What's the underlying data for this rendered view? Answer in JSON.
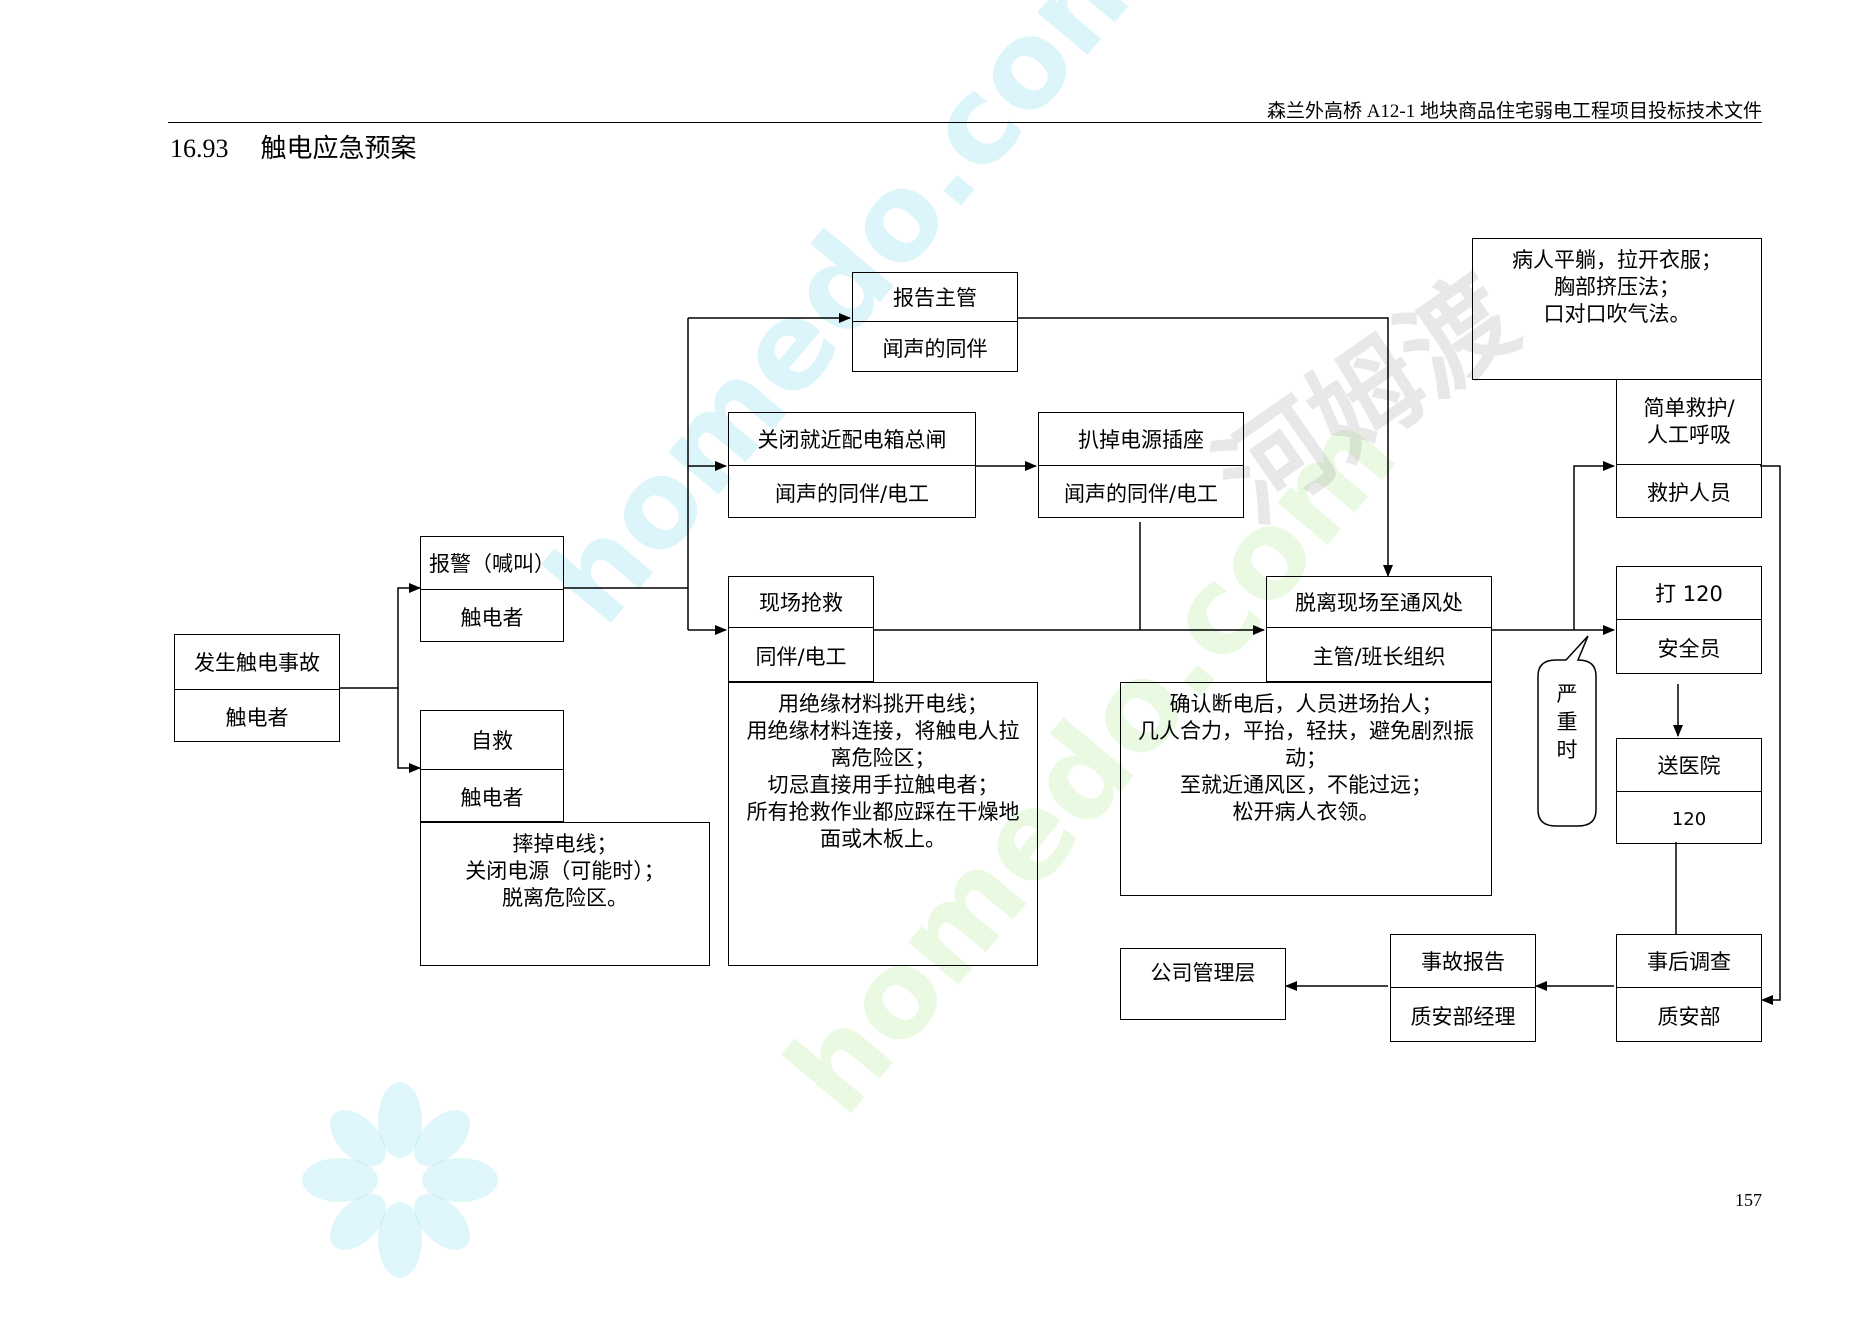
{
  "header": {
    "title": "森兰外高桥 A12-1 地块商品住宅弱电工程项目投标技术文件"
  },
  "section": {
    "number": "16.93",
    "title": "触电应急预案"
  },
  "page_number": "157",
  "watermark": {
    "text_a": "homedo.com",
    "text_b": "homedo.com",
    "text_c": "河姆渡"
  },
  "colors": {
    "line": "#000000",
    "watermark_blue": "#80dcf0",
    "watermark_green": "#b4eb96"
  },
  "flow": {
    "accident": {
      "title": "发生触电事故",
      "role": "触电者"
    },
    "alarm": {
      "title": "报警（喊叫）",
      "role": "触电者"
    },
    "self_rescue": {
      "title": "自救",
      "role": "触电者"
    },
    "self_rescue_note": [
      "摔掉电线；",
      "关闭电源（可能时）；",
      "脱离危险区。"
    ],
    "report_supervisor": {
      "title": "报告主管",
      "role": "闻声的同伴"
    },
    "close_switch": {
      "title": "关闭就近配电箱总闸",
      "role": "闻声的同伴/电工"
    },
    "unplug": {
      "title": "扒掉电源插座",
      "role": "闻声的同伴/电工"
    },
    "onsite": {
      "title": "现场抢救",
      "role": "同伴/电工"
    },
    "onsite_note": [
      "用绝缘材料挑开电线；",
      "用绝缘材料连接，将触电人拉",
      "离危险区；",
      "切忌直接用手拉触电者；",
      "所有抢救作业都应踩在干燥地",
      "面或木板上。"
    ],
    "evacuate": {
      "title": "脱离现场至通风处",
      "role": "主管/班长组织"
    },
    "evacuate_note": [
      "确认断电后，人员进场抬人；",
      "几人合力，平抬，轻扶，避免剧烈振",
      "动；",
      "至就近通风区，不能过远；",
      "松开病人衣领。"
    ],
    "serious_callout": [
      "严",
      "重",
      "时"
    ],
    "first_aid_note": [
      "病人平躺，拉开衣服；",
      "胸部挤压法；",
      "口对口吹气法。"
    ],
    "first_aid": {
      "title_line1": "简单救护/",
      "title_line2": "人工呼吸",
      "role": "救护人员"
    },
    "call_120": {
      "title": "打 120",
      "role": "安全员"
    },
    "hospital": {
      "title": "送医院",
      "role": "120"
    },
    "investigation": {
      "title": "事后调查",
      "role": "质安部"
    },
    "accident_report": {
      "title": "事故报告",
      "role": "质安部经理"
    },
    "management": {
      "title": "公司管理层"
    }
  }
}
